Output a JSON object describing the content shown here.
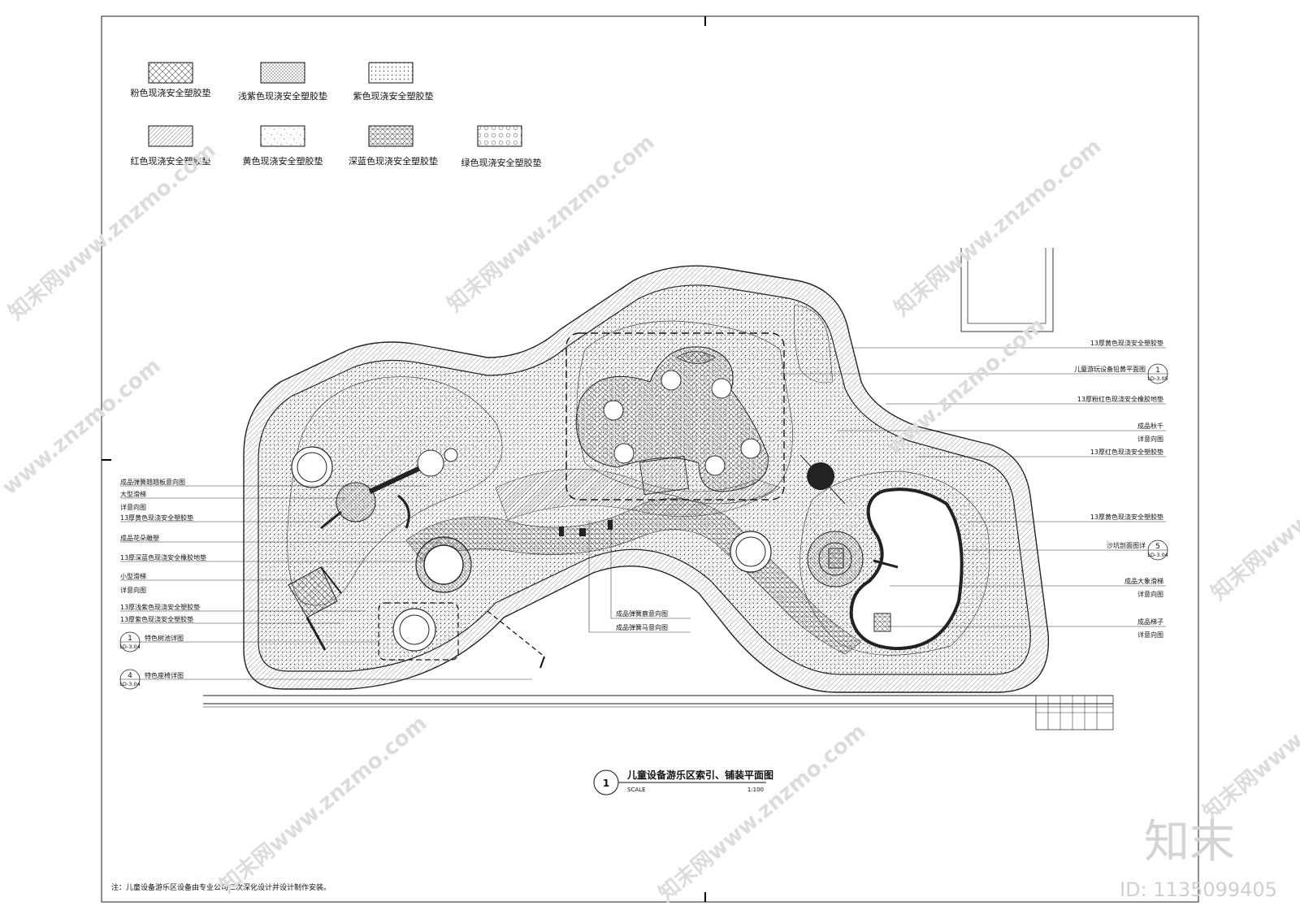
{
  "legend": [
    {
      "label": "粉色现浇安全塑胶垫",
      "pattern": "pat-cross"
    },
    {
      "label": "浅紫色现浇安全塑胶垫",
      "pattern": "pat-cross-fine"
    },
    {
      "label": "紫色现浇安全塑胶垫",
      "pattern": "pat-dots"
    },
    {
      "label": "红色现浇安全塑胶垫",
      "pattern": "pat-diag"
    },
    {
      "label": "黄色现浇安全塑胶垫",
      "pattern": "pat-speckle"
    },
    {
      "label": "深蓝色现浇安全塑胶垫",
      "pattern": "pat-hatch"
    },
    {
      "label": "绿色现浇安全塑胶垫",
      "pattern": "pat-circles"
    }
  ],
  "left_callouts": [
    "成品弹簧翘翘板意向图",
    "大型滑梯",
    "详意向图",
    "13厚黄色现浇安全塑胶垫",
    "成品花朵雕塑",
    "13厚深蓝色现浇安全橡胶地垫",
    "小型滑梯",
    "详意向图",
    "13厚浅紫色现浇安全塑胶垫",
    "13厚紫色现浇安全塑胶垫"
  ],
  "left_refs": [
    {
      "num": "1",
      "code": "LD-3.04",
      "label": "特色树池详图"
    },
    {
      "num": "4",
      "code": "LD-3.04",
      "label": "特色座椅详图"
    }
  ],
  "right_callouts": [
    "13厚黄色现浇安全塑胶垫",
    "儿童游玩设备铅黄平面图",
    "13厚粉红色现浇安全橡胶地垫",
    "成品秋千",
    "详意向图",
    "13厚红色现浇安全塑胶垫",
    "13厚黄色现浇安全塑胶垫",
    "沙坑剖面图详",
    "成品大象滑梯",
    "详意向图",
    "成品梯子",
    "详意向图"
  ],
  "right_refs": [
    {
      "num": "1",
      "code": "LD-3.05"
    },
    {
      "num": "5",
      "code": "LD-3.04"
    }
  ],
  "center_callouts": [
    "成品弹簧鹿意向图",
    "成品弹簧马意向图"
  ],
  "title": {
    "num": "1",
    "text": "儿童设备游乐区索引、铺装平面图",
    "scale_label": "SCALE",
    "scale_value": "1:100"
  },
  "note": "注：儿童设备游乐区设备由专业公司二次深化设计并设计制作安装。",
  "watermark": {
    "text": "知末网www.znzmo.com",
    "short": "www.znzmo.com",
    "logo": "知末",
    "id": "ID: 1135099405"
  }
}
